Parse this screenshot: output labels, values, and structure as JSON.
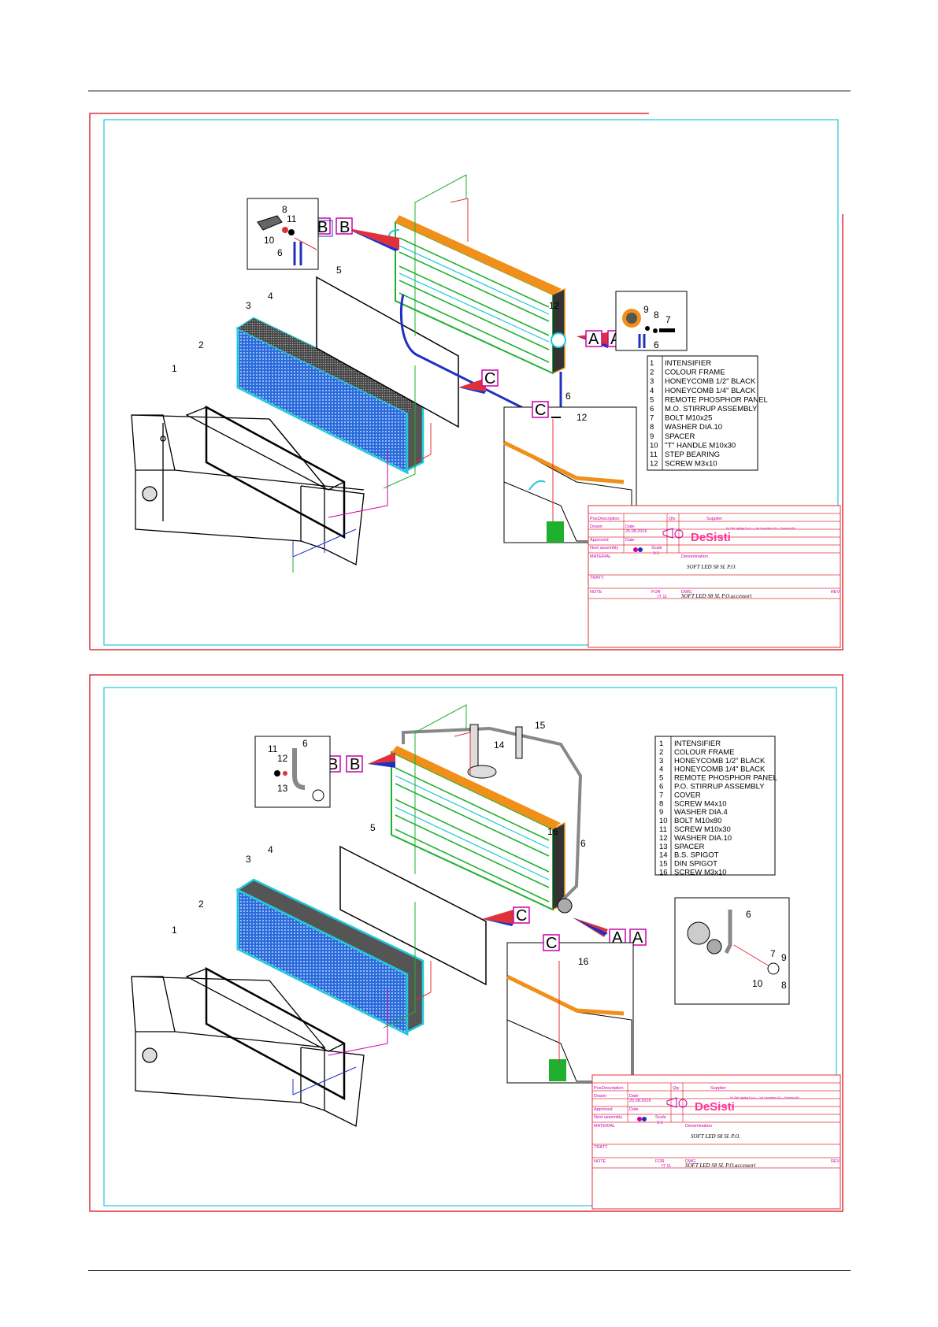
{
  "sheets": [
    {
      "legend": [
        {
          "n": "1",
          "t": "INTENSIFIER"
        },
        {
          "n": "2",
          "t": "COLOUR FRAME"
        },
        {
          "n": "3",
          "t": "HONEYCOMB 1/2\" BLACK"
        },
        {
          "n": "4",
          "t": "HONEYCOMB 1/4\" BLACK"
        },
        {
          "n": "5",
          "t": "REMOTE PHOSPHOR PANEL"
        },
        {
          "n": "6",
          "t": "M.O. STIRRUP ASSEMBLY"
        },
        {
          "n": "7",
          "t": "BOLT M10x25"
        },
        {
          "n": "8",
          "t": "WASHER DIA.10"
        },
        {
          "n": "9",
          "t": "SPACER"
        },
        {
          "n": "10",
          "t": "\"T\" HANDLE M10x30"
        },
        {
          "n": "11",
          "t": "STEP BEARING"
        },
        {
          "n": "12",
          "t": "SCREW M3x10"
        }
      ],
      "part_labels": {
        "p1": "1",
        "p2": "2",
        "p3": "3",
        "p4": "4",
        "p5": "5",
        "p6": "6",
        "p12": "12"
      },
      "detail_b_labels": {
        "a": "8",
        "b": "11",
        "c": "10",
        "d": "6"
      },
      "detail_a_labels": {
        "a": "9",
        "b": "8",
        "c": "7",
        "d": "6"
      },
      "detail_c_label": "12",
      "title_block": {
        "pos": "Pos.",
        "desc": "Description",
        "qty": "Qty",
        "supplier": "Supplier",
        "drawn": "Drawn",
        "date": "Date",
        "date_value": "25.08.2016",
        "approved": "Approved",
        "date2": "Date",
        "next_assembly": "Next assembly",
        "scale": "Scale",
        "scale_value": "1:1",
        "material": "MATERIAL",
        "denomination": "Denomination",
        "title": "SOFT LED S8  SL P.O.",
        "treatment": "TRATT.",
        "notes": "NOTE",
        "size": "FOR",
        "size_value": "IT 11",
        "dwg": "DWG",
        "dwg_value": "SOFT LED S8 SL P.O.accessori",
        "rev": "REV",
        "logo": "DeSisti",
        "address": "De Sisti Lighting S.p.A. — Via Cancelliera 2/4 — Pomezia (Roma) — Tel. / Fax — info@desisti.it"
      }
    },
    {
      "legend": [
        {
          "n": "1",
          "t": "INTENSIFIER"
        },
        {
          "n": "2",
          "t": "COLOUR FRAME"
        },
        {
          "n": "3",
          "t": "HONEYCOMB 1/2\" BLACK"
        },
        {
          "n": "4",
          "t": "HONEYCOMB 1/4\" BLACK"
        },
        {
          "n": "5",
          "t": "REMOTE PHOSPHOR PANEL"
        },
        {
          "n": "6",
          "t": "P.O. STIRRUP ASSEMBLY"
        },
        {
          "n": "7",
          "t": "COVER"
        },
        {
          "n": "8",
          "t": "SCREW M4x10"
        },
        {
          "n": "9",
          "t": "WASHER DIA.4"
        },
        {
          "n": "10",
          "t": "BOLT M10x80"
        },
        {
          "n": "11",
          "t": "SCREW M10x30"
        },
        {
          "n": "12",
          "t": "WASHER DIA.10"
        },
        {
          "n": "13",
          "t": "SPACER"
        },
        {
          "n": "14",
          "t": "B.S. SPIGOT"
        },
        {
          "n": "15",
          "t": "DIN SPIGOT"
        },
        {
          "n": "16",
          "t": "SCREW M3x10"
        }
      ],
      "part_labels": {
        "p1": "1",
        "p2": "2",
        "p3": "3",
        "p4": "4",
        "p5": "5",
        "p6": "6",
        "p14": "14",
        "p15": "15",
        "p16": "16"
      },
      "detail_b_labels": {
        "a": "11",
        "b": "12",
        "c": "13",
        "d": "6"
      },
      "detail_a_labels": {
        "a": "6",
        "b": "7",
        "c": "9",
        "d": "10",
        "e": "8"
      },
      "detail_c_label": "16",
      "title_block": {
        "pos": "Pos.",
        "desc": "Description",
        "qty": "Qty",
        "supplier": "Supplier",
        "drawn": "Drawn",
        "date": "Date",
        "date_value": "25.08.2016",
        "approved": "Approved",
        "date2": "Date",
        "next_assembly": "Next assembly",
        "scale": "Scale",
        "scale_value": "1:1",
        "material": "MATERIAL",
        "denomination": "Denomination",
        "title": "SOFT LED S8  SL P.O.",
        "treatment": "TRATT.",
        "notes": "NOTE",
        "size": "FOR",
        "size_value": "IT 11",
        "dwg": "DWG",
        "dwg_value": "SOFT LED S8 SL P.O.accessori",
        "rev": "REV",
        "logo": "DeSisti",
        "address": "De Sisti Lighting S.p.A. — Via Cancelliera 2/4 — Pomezia (Roma) — Tel. / Fax — info@desisti.it"
      }
    }
  ],
  "callouts": {
    "a": "A",
    "b": "B",
    "c": "C"
  },
  "colors": {
    "frame_red": "#e0303a",
    "frame_cyan": "#20c8d8",
    "green": "#20b030",
    "orange": "#f0901a",
    "blue": "#2030c0",
    "honeycomb": "#2a6ad8",
    "magenta": "#cc00aa"
  }
}
